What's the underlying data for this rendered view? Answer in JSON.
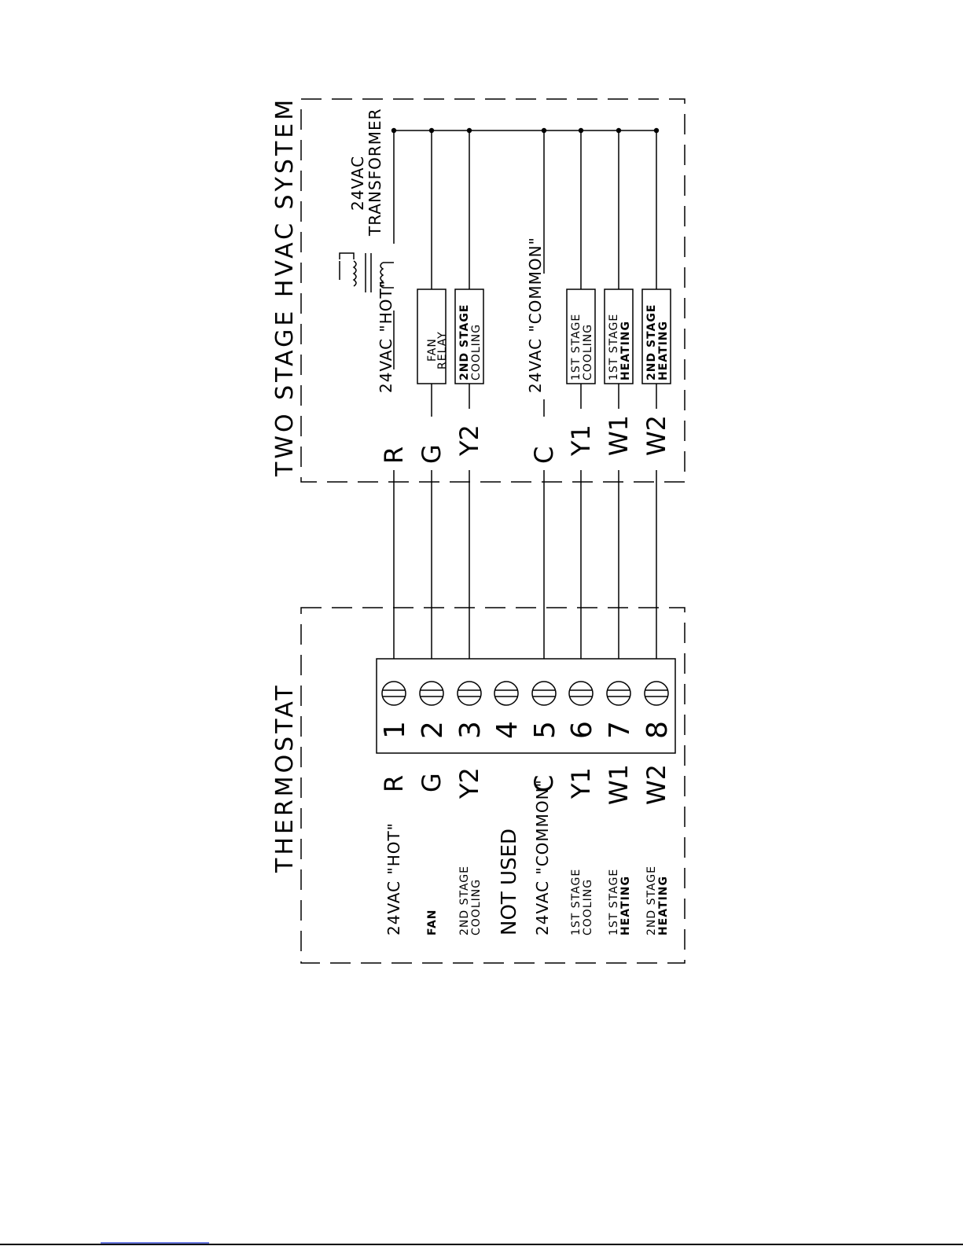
{
  "hvac": {
    "title": "TWO STAGE HVAC SYSTEM",
    "transformer_line1": "24VAC",
    "transformer_line2": "TRANSFORMER",
    "hot_label": "24VAC \"HOT\"",
    "common_label": "24VAC \"COMMON\"",
    "terminals": [
      "R",
      "G",
      "Y2",
      "C",
      "Y1",
      "W1",
      "W2"
    ],
    "components": [
      {
        "line1": "FAN",
        "line2": "RELAY"
      },
      {
        "line1": "2ND STAGE",
        "line2": "COOLING"
      },
      {
        "line1": "1ST STAGE",
        "line2": "COOLING"
      },
      {
        "line1": "1ST STAGE",
        "line2": "HEATING"
      },
      {
        "line1": "2ND STAGE",
        "line2": "HEATING"
      }
    ]
  },
  "thermostat": {
    "title": "THERMOSTAT",
    "terminal_numbers": [
      "1",
      "2",
      "3",
      "4",
      "5",
      "6",
      "7",
      "8"
    ],
    "wire_letters": [
      "R",
      "G",
      "Y2",
      "C",
      "Y1",
      "W1",
      "W2"
    ],
    "functions": [
      {
        "line1": "24VAC \"HOT\"",
        "line2": ""
      },
      {
        "line1": "FAN",
        "line2": ""
      },
      {
        "line1": "2ND STAGE",
        "line2": "COOLING"
      },
      {
        "line1": "NOT USED",
        "line2": ""
      },
      {
        "line1": "24VAC \"COMMON\"",
        "line2": ""
      },
      {
        "line1": "1ST STAGE",
        "line2": "COOLING"
      },
      {
        "line1": "1ST STAGE",
        "line2": "HEATING"
      },
      {
        "line1": "2ND STAGE",
        "line2": "HEATING"
      }
    ]
  }
}
